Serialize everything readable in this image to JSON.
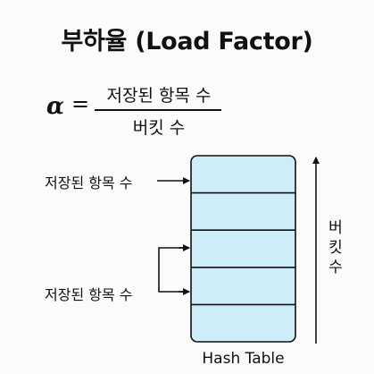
{
  "title": "부하율 (Load Factor)",
  "formula": {
    "symbol": "α",
    "equals": "=",
    "numerator": "저장된 항목 수",
    "denominator": "버킷 수"
  },
  "labels": {
    "stored_items_top": "저장된 항목 수",
    "stored_items_bottom": "저장된 항목 수",
    "bucket_axis": [
      "버",
      "킷",
      "수"
    ]
  },
  "hash_table": {
    "caption": "Hash Table",
    "bucket_count": 5,
    "fill_color": "#cdeef8",
    "stroke_color": "#111111"
  }
}
